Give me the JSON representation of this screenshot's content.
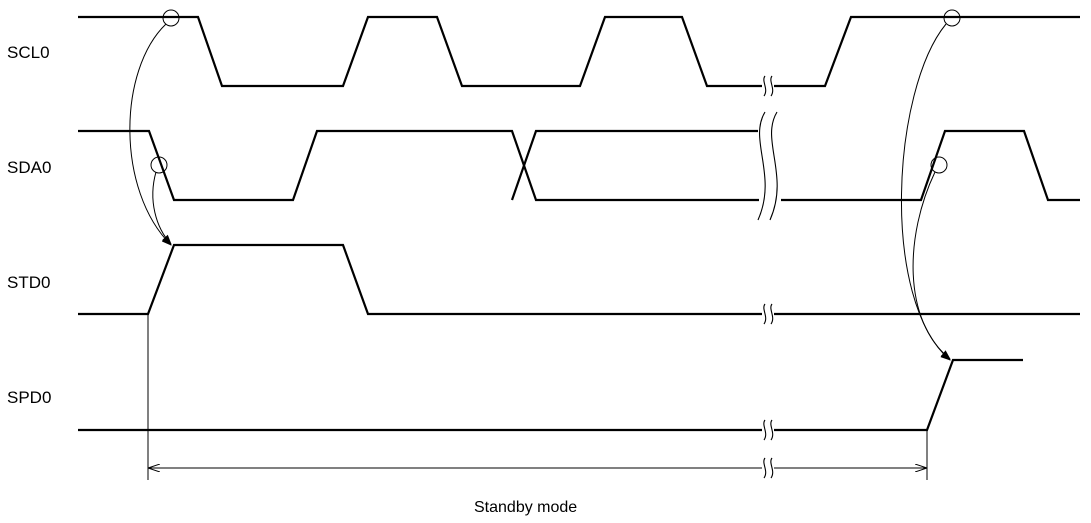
{
  "signals": {
    "scl": "SCL0",
    "sda": "SDA0",
    "std": "STD0",
    "spd": "SPD0"
  },
  "annotation": {
    "standby": "Standby mode"
  }
}
